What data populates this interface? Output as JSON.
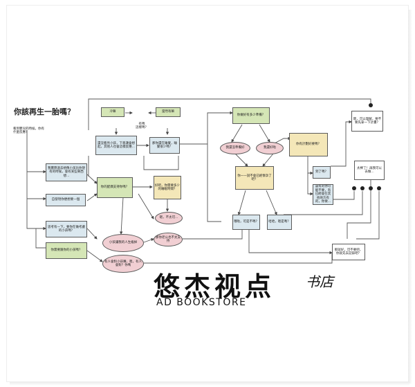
{
  "title": "你該再生一胎嗎？",
  "nodes": {
    "start": "看到嬰兒的時候，你有什麼反應？",
    "cool": "冷嘛",
    "yesyes": "當然有嘛",
    "qmark": "有嗎\n這樣嗎？",
    "think_child": "還沒看見小孩，下意識會想起，其他人也會這樣反應...",
    "tired": "那你還在睡覺，睡覺很少嗎？",
    "imagine": "我實際過去想像小孩比你現有的時候，會有某些東西想...",
    "self": "自發現你便想要一個",
    "think_kids": "思考有一下，要你在做考慮的小孩嗎？",
    "partner": "你的配偶支持你嗎？",
    "good": "好吧，你需要多少的睡眠時間？",
    "ha_pink": "嗯，不太可...",
    "mother": "你需要跟你的小孩嗎？",
    "busy_pink": "小孩讓我的人生瘋掉",
    "how_pink": "有人會對小孩嘴，嗯，有人會對？你嗎",
    "old_pink": "那你老公也不太支持",
    "ready": "你做好有多少準備？",
    "no_ready": "我還沒準備好",
    "yes_ready": "我還好啦",
    "sure": "你一一說不會已經懷孕了吧？",
    "check1": "哦啦，可是不嗎？",
    "check2": "哈哈，嗯是嗎？",
    "prep": "你有計劃好要嗎？",
    "enough": "嗯，可以理解，要不要先拿一下計畫？",
    "right": "到了嗎？",
    "sometimes": "還有的你可能不要，有已經會在其他地方有的，你要...",
    "lastq": "太棒了！再我可以去做...",
    "final": "那就好，可不要吧，你就先去記錄吧？"
  },
  "watermark": {
    "cn": "悠杰视点",
    "small": "书店",
    "en": "AD BOOKSTORE"
  }
}
